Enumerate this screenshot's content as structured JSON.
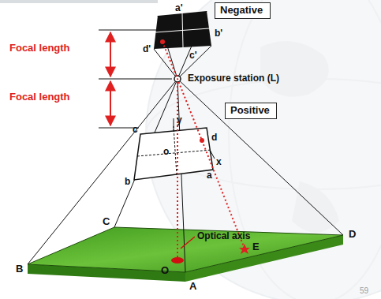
{
  "diagram": {
    "nodes": [
      {
        "text": [
          "Negative"
        ]
      },
      {
        "text": [
          "Positive"
        ]
      }
    ],
    "labels": [
      "a'",
      "b'",
      "c'",
      "d'",
      "Focal length",
      "Focal length",
      "Exposure station (L)",
      "y",
      "x",
      "o",
      "a",
      "b",
      "c",
      "d",
      "C",
      "D",
      "B",
      "A",
      "E",
      "Optical axis",
      "O",
      "59"
    ]
  }
}
